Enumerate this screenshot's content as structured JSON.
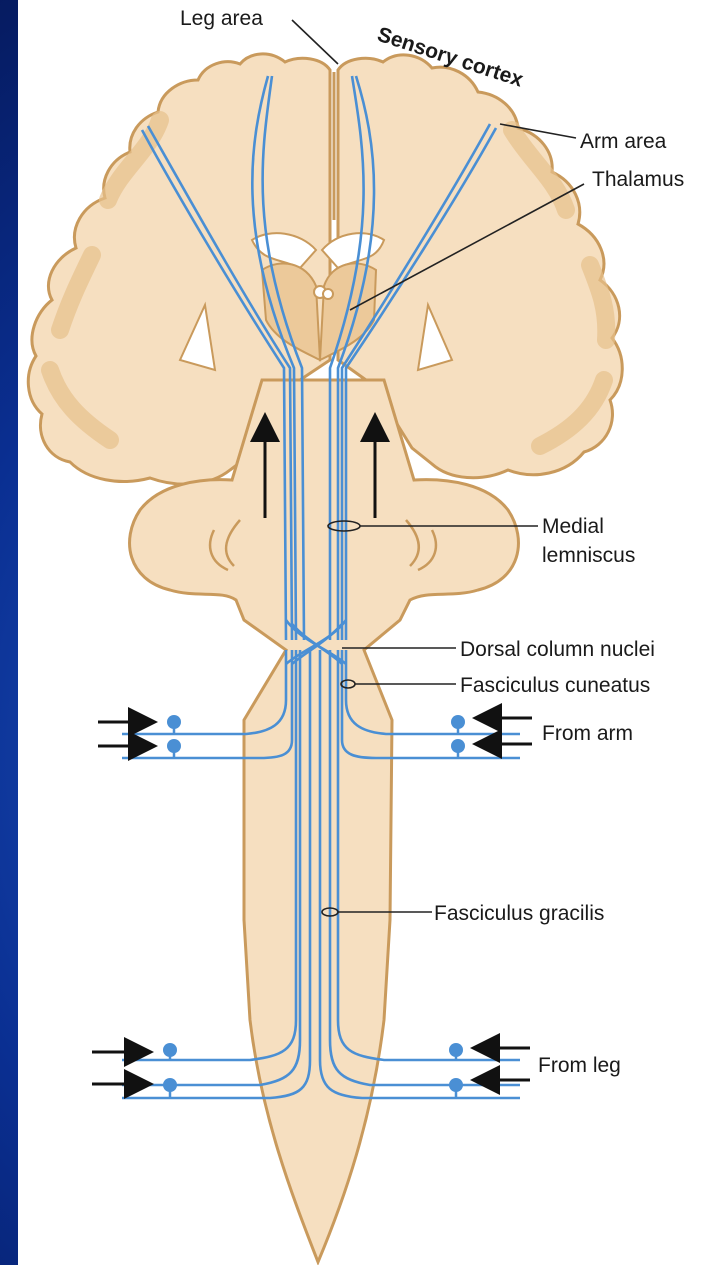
{
  "labels": {
    "leg_area": "Leg area",
    "sensory_cortex": "Sensory cortex",
    "arm_area": "Arm area",
    "thalamus": "Thalamus",
    "medial_lemniscus_1": "Medial",
    "medial_lemniscus_2": "lemniscus",
    "dorsal_column_nuclei": "Dorsal column nuclei",
    "fasciculus_cuneatus": "Fasciculus cuneatus",
    "from_arm": "From arm",
    "fasciculus_gracilis": "Fasciculus gracilis",
    "from_leg": "From leg"
  },
  "colors": {
    "tissue_fill": "#f6dfc0",
    "tissue_outline": "#c99a5c",
    "gray_matter": "#ecc99a",
    "fiber": "#4a8fd4",
    "arrow": "#111111"
  }
}
